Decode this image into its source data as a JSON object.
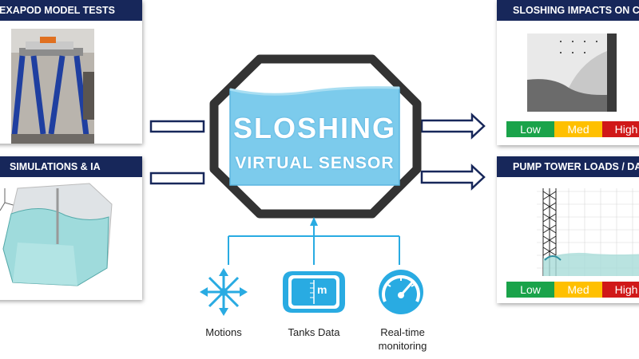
{
  "left_panels": {
    "hexapod": {
      "title": "HEXAPOD MODEL TESTS"
    },
    "simulations": {
      "title": "SIMULATIONS & IA"
    }
  },
  "center": {
    "line1": "SLOSHING",
    "line2": "VIRTUAL SENSOR"
  },
  "right_panels": {
    "impacts": {
      "title": "SLOSHING IMPACTS ON CONTAINMENT"
    },
    "pump": {
      "title": "PUMP TOWER LOADS / DAMAGE"
    }
  },
  "scale_labels": {
    "low": "Low",
    "med": "Med",
    "high": "High"
  },
  "scale_colors": {
    "low": "#1aa34a",
    "med": "#ffc000",
    "high": "#d01818",
    "low_text": "#ffffff",
    "med_text": "#ffffff",
    "high_text": "#ffffff"
  },
  "inputs": [
    {
      "label": "Motions",
      "icon": "compass-arrows-icon"
    },
    {
      "label": "Tanks Data",
      "icon": "tank-gauge-icon",
      "glyph": "m"
    },
    {
      "label": "Real-time\nmonitoring",
      "icon": "speedometer-icon"
    }
  ],
  "colors": {
    "navy": "#17275a",
    "accent_blue": "#29abe2"
  }
}
